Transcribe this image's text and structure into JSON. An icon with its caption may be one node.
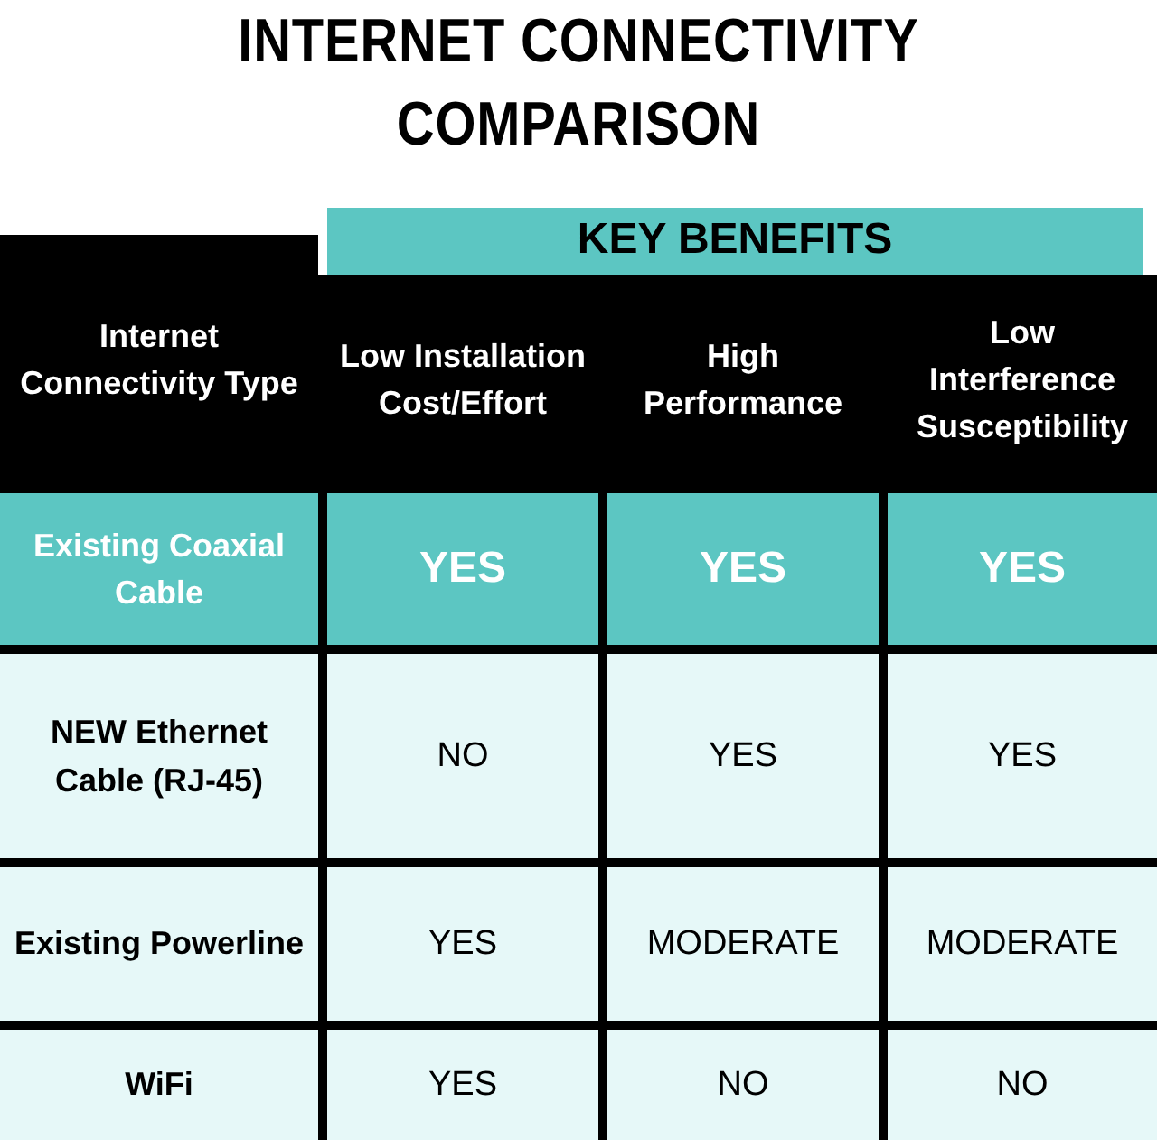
{
  "diagram": {
    "title": "INTERNET CONNECTIVITY COMPARISON",
    "labels": [
      "KEY BENEFITS",
      "Internet Connectivity Type",
      "Low Installation Cost/Effort",
      "High Performance",
      "Low Interference Susceptibility",
      "Existing Coaxial Cable",
      "YES",
      "YES",
      "YES",
      "NEW Ethernet Cable (RJ-45)",
      "NO",
      "YES",
      "YES",
      "Existing Powerline",
      "YES",
      "MODERATE",
      "MODERATE",
      "WiFi",
      "YES",
      "NO",
      "NO"
    ]
  }
}
